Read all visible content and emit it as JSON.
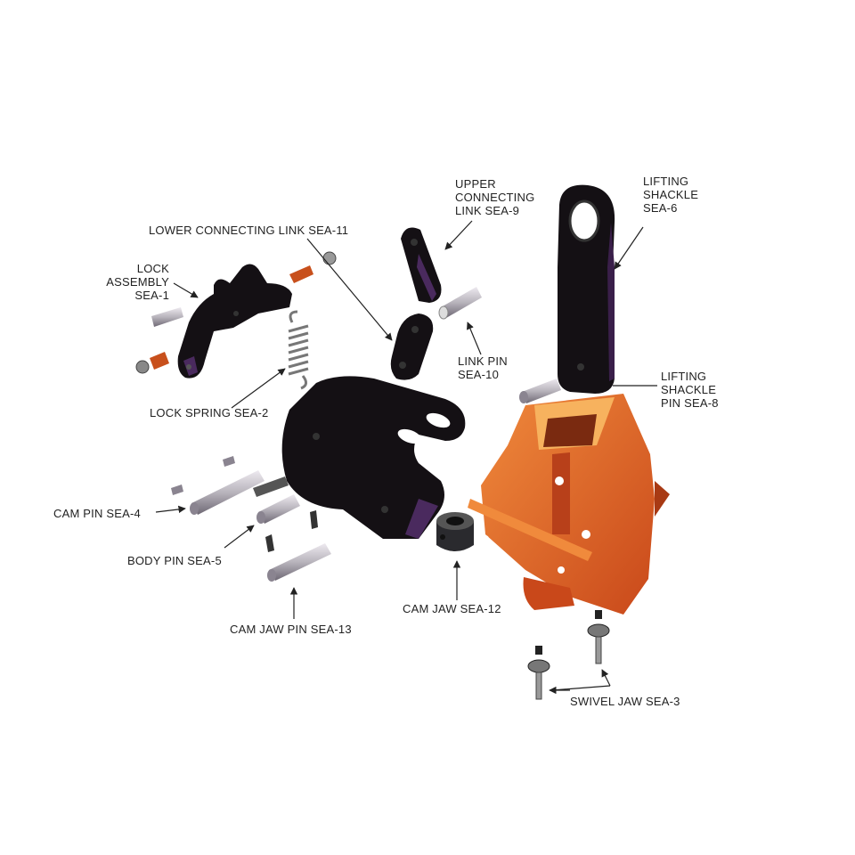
{
  "labels": {
    "upper_link": [
      "UPPER",
      "CONNECTING",
      "LINK SEA-9"
    ],
    "lifting_shackle": [
      "LIFTING",
      "SHACKLE",
      "SEA-6"
    ],
    "lower_link": "LOWER CONNECTING LINK SEA-11",
    "lock_assembly": [
      "LOCK",
      "ASSEMBLY",
      "SEA-1"
    ],
    "link_pin": [
      "LINK PIN",
      "SEA-10"
    ],
    "shackle_pin": [
      "LIFTING",
      "SHACKLE",
      "PIN SEA-8"
    ],
    "lock_spring": "LOCK SPRING SEA-2",
    "cam_pin": "CAM PIN SEA-4",
    "body_pin": "BODY PIN SEA-5",
    "cam_jaw": "CAM JAW SEA-12",
    "cam_jaw_pin": "CAM JAW PIN SEA-13",
    "swivel_jaw": "SWIVEL JAW SEA-3"
  },
  "colors": {
    "part_black": "#141014",
    "part_edge": "#3a1f4a",
    "body_orange": "#d9531e",
    "body_orange_light": "#f08a3c",
    "pin_gray": "#b8b4bc",
    "bolt_orange": "#c8501c"
  }
}
